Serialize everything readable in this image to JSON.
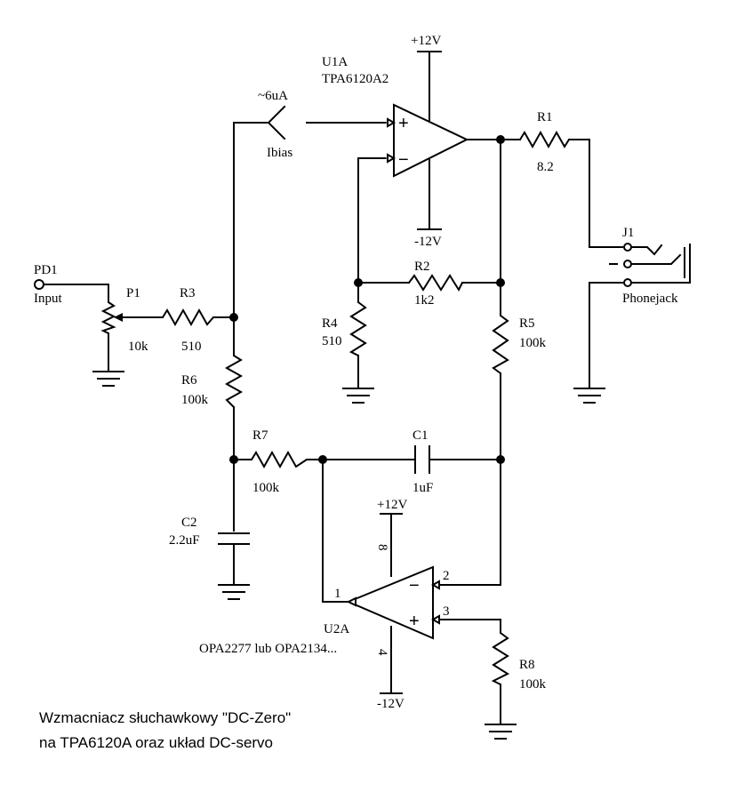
{
  "components": {
    "u1a": {
      "ref": "U1A",
      "part": "TPA6120A2"
    },
    "u2a": {
      "ref": "U2A",
      "part": "OPA2277 lub OPA2134..."
    },
    "r1": {
      "ref": "R1",
      "value": "8.2"
    },
    "r2": {
      "ref": "R2",
      "value": "1k2"
    },
    "r3": {
      "ref": "R3",
      "value": "510"
    },
    "r4": {
      "ref": "R4",
      "value": "510"
    },
    "r5": {
      "ref": "R5",
      "value": "100k"
    },
    "r6": {
      "ref": "R6",
      "value": "100k"
    },
    "r7": {
      "ref": "R7",
      "value": "100k"
    },
    "r8": {
      "ref": "R8",
      "value": "100k"
    },
    "c1": {
      "ref": "C1",
      "value": "1uF"
    },
    "c2": {
      "ref": "C2",
      "value": "2.2uF"
    },
    "p1": {
      "ref": "P1",
      "value": "10k"
    },
    "pd1": {
      "ref": "PD1",
      "label": "Input"
    },
    "j1": {
      "ref": "J1",
      "label": "Phonejack"
    }
  },
  "rails": {
    "u1_pos": "+12V",
    "u1_neg": "-12V",
    "u2_pos": "+12V",
    "u2_neg": "-12V"
  },
  "pins": {
    "u2_out": "1",
    "u2_inv": "2",
    "u2_noninv": "3",
    "u2_vcc": "8",
    "u2_vee": "4"
  },
  "bias": {
    "current": "~6uA",
    "label": "Ibias"
  },
  "opamp_signs": {
    "plus": "+",
    "minus": "−"
  },
  "caption": {
    "line1": "Wzmacniacz słuchawkowy \"DC-Zero\"",
    "line2": "na TPA6120A oraz układ DC-servo"
  }
}
